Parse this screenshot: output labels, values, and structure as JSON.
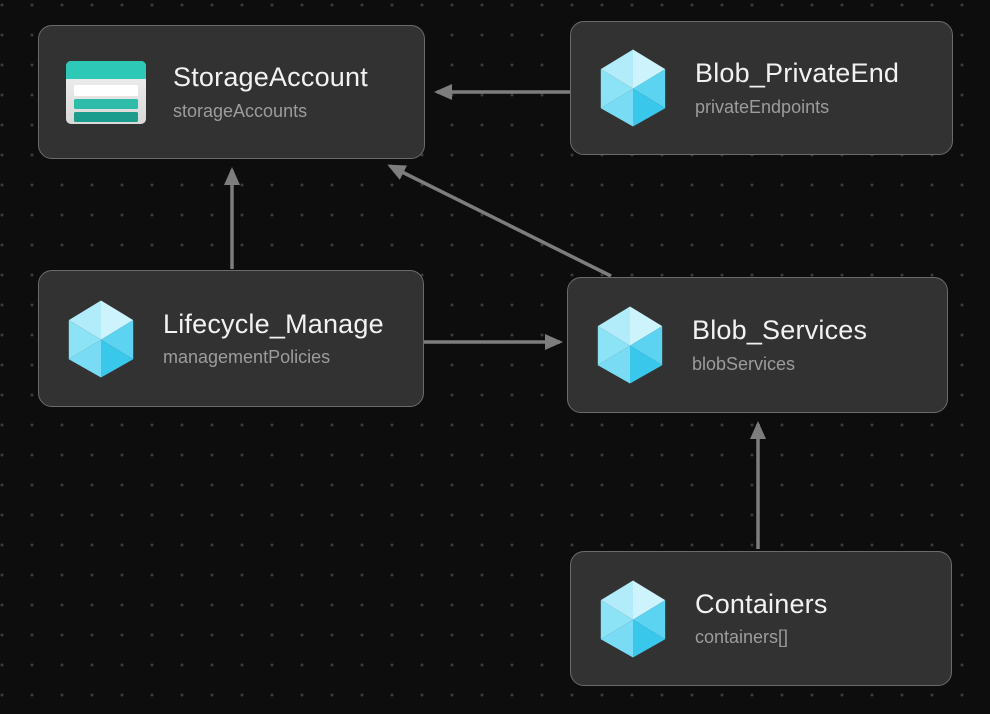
{
  "diagram": {
    "type": "resource-dependency-graph",
    "background_color": "#0d0d0d",
    "dot_grid_color": "#3a3a3a",
    "node_fill_color": "#323232",
    "node_border_color": "#6b6b6b",
    "edge_color": "#7d7d7d",
    "title_color": "#f2f2f2",
    "subtitle_color": "#9c9c9c"
  },
  "nodes": [
    {
      "id": "storage_account",
      "title": "StorageAccount",
      "subtitle": "storageAccounts",
      "icon": "storage-account-icon"
    },
    {
      "id": "blob_private_end",
      "title": "Blob_PrivateEnd",
      "subtitle": "privateEndpoints",
      "icon": "resource-cube-icon"
    },
    {
      "id": "lifecycle_manage",
      "title": "Lifecycle_Manage",
      "subtitle": "managementPolicies",
      "icon": "resource-cube-icon"
    },
    {
      "id": "blob_services",
      "title": "Blob_Services",
      "subtitle": "blobServices",
      "icon": "resource-cube-icon"
    },
    {
      "id": "containers",
      "title": "Containers",
      "subtitle": "containers[]",
      "icon": "resource-cube-icon"
    }
  ],
  "edges": [
    {
      "from": "blob_private_end",
      "to": "storage_account",
      "direction": "left"
    },
    {
      "from": "lifecycle_manage",
      "to": "storage_account",
      "direction": "up"
    },
    {
      "from": "blob_services",
      "to": "storage_account",
      "direction": "up-left-diagonal"
    },
    {
      "from": "lifecycle_manage",
      "to": "blob_services",
      "direction": "right"
    },
    {
      "from": "containers",
      "to": "blob_services",
      "direction": "up"
    }
  ],
  "icon_colors": {
    "storage_teal_band": "#2ec9b6",
    "storage_bar_white": "#ffffff",
    "storage_bar_teal": "#2fbcab",
    "storage_bar_dark_teal": "#1b9c8c",
    "cube_lightest": "#cdf4fc",
    "cube_light": "#b2ebf9",
    "cube_medium": "#7edef5",
    "cube_dark": "#55d1f0",
    "cube_darkest": "#3ac7ec"
  }
}
